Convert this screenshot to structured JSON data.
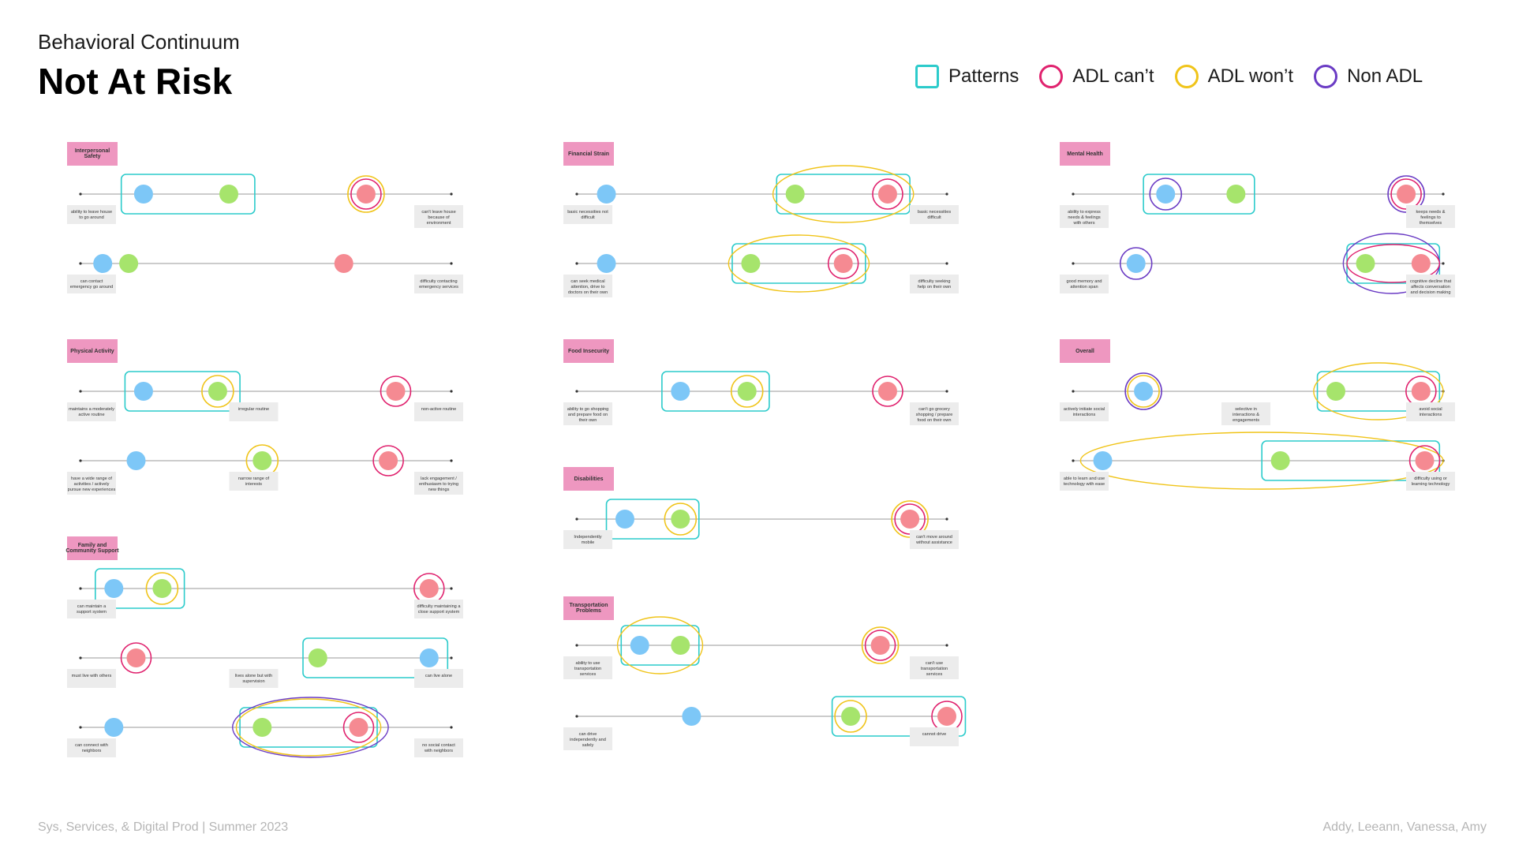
{
  "header": {
    "subtitle": "Behavioral Continuum",
    "title": "Not At Risk"
  },
  "legend": [
    {
      "label": "Patterns",
      "shape": "square",
      "color": "#2ccbcb"
    },
    {
      "label": "ADL can’t",
      "shape": "circle",
      "color": "#e0226e"
    },
    {
      "label": "ADL won’t",
      "shape": "circle",
      "color": "#f0c419"
    },
    {
      "label": "Non ADL",
      "shape": "circle",
      "color": "#6a3bc4"
    }
  ],
  "footer": {
    "left": "Sys, Services, & Digital Prod | Summer 2023",
    "right": "Addy, Leeann, Vanessa, Amy"
  },
  "colors": {
    "blue": "#7dc7f7",
    "green": "#a6e46c",
    "red": "#f58a92",
    "pattern": "#2ccbcb",
    "cant": "#e0226e",
    "wont": "#f0c419",
    "nonadl": "#6a3bc4",
    "category": "#ee97c0",
    "note": "#ececec"
  },
  "categories": [
    {
      "name": [
        "Interpersonal",
        "Safety"
      ],
      "rows": [
        {
          "left": [
            "ability to leave house",
            "to go around"
          ],
          "right": [
            "can't leave house",
            "because of",
            "environment"
          ],
          "blue": 0.17,
          "green": 0.4,
          "red": 0.77,
          "pattern": [
            0.11,
            0.47
          ],
          "cant": [
            "red"
          ],
          "wont": [
            "red"
          ],
          "nonadl": [],
          "wontOval": null,
          "nonOval": null
        },
        {
          "left": [
            "can contact",
            "emergency go around"
          ],
          "right": [
            "difficulty contacting",
            "emergency services"
          ],
          "blue": 0.06,
          "green": 0.13,
          "red": 0.71,
          "pattern": null,
          "cant": [],
          "wont": [],
          "nonadl": [],
          "wontOval": null,
          "nonOval": null
        }
      ]
    },
    {
      "name": [
        "Physical Activity"
      ],
      "rows": [
        {
          "left": [
            "maintains a moderately",
            "active routine"
          ],
          "mid": [
            "irregular routine"
          ],
          "right": [
            "non-active routine"
          ],
          "blue": 0.17,
          "green": 0.37,
          "red": 0.85,
          "pattern": [
            0.12,
            0.43
          ],
          "cant": [
            "red"
          ],
          "wont": [
            "green"
          ],
          "nonadl": [],
          "wontOval": null,
          "nonOval": null
        },
        {
          "left": [
            "have a wide range of",
            "activities / actively",
            "pursue new experiences"
          ],
          "mid": [
            "narrow range of",
            "interests"
          ],
          "right": [
            "lack engagement /",
            "enthusiasm to trying",
            "new things"
          ],
          "blue": 0.15,
          "green": 0.49,
          "red": 0.83,
          "pattern": null,
          "cant": [
            "red"
          ],
          "wont": [
            "green"
          ],
          "nonadl": [],
          "wontOval": null,
          "nonOval": null
        }
      ]
    },
    {
      "name": [
        "Family and",
        "Community Support"
      ],
      "rows": [
        {
          "left": [
            "can maintain a",
            "support system"
          ],
          "right": [
            "difficulty maintaining a",
            "close support system"
          ],
          "blue": 0.09,
          "green": 0.22,
          "red": 0.94,
          "pattern": [
            0.04,
            0.28
          ],
          "cant": [
            "red"
          ],
          "wont": [
            "green"
          ],
          "nonadl": [],
          "wontOval": null,
          "nonOval": null
        },
        {
          "left": [
            "must live with others"
          ],
          "mid": [
            "lives alone but with",
            "supervision"
          ],
          "right": [
            "can live alone"
          ],
          "blue": 0.94,
          "green": 0.64,
          "red": 0.15,
          "pattern": [
            0.6,
            0.99
          ],
          "cant": [
            "red"
          ],
          "wont": [],
          "nonadl": [],
          "wontOval": null,
          "nonOval": null
        },
        {
          "left": [
            "can connect with",
            "neighbors"
          ],
          "right": [
            "no social contact",
            "with neighbors"
          ],
          "blue": 0.09,
          "green": 0.49,
          "red": 0.75,
          "pattern": [
            0.43,
            0.8
          ],
          "cant": [
            "red"
          ],
          "wont": [],
          "nonadl": [],
          "wontOval": [
            0.42,
            0.81
          ],
          "nonOval": [
            0.41,
            0.83
          ]
        }
      ]
    },
    {
      "name": [
        "Financial Strain"
      ],
      "rows": [
        {
          "left": [
            "basic necessities not",
            "difficult"
          ],
          "right": [
            "basic necessities",
            "difficult"
          ],
          "blue": 0.08,
          "green": 0.59,
          "red": 0.84,
          "pattern": [
            0.54,
            0.9
          ],
          "cant": [
            "red"
          ],
          "wont": [],
          "nonadl": [],
          "wontOval": [
            0.53,
            0.91
          ],
          "nonOval": null
        },
        {
          "left": [
            "can seek medical",
            "attention, drive to",
            "doctors on their own"
          ],
          "right": [
            "difficulty seeking",
            "help on their own"
          ],
          "blue": 0.08,
          "green": 0.47,
          "red": 0.72,
          "pattern": [
            0.42,
            0.78
          ],
          "cant": [
            "red"
          ],
          "wont": [],
          "nonadl": [],
          "wontOval": [
            0.41,
            0.79
          ],
          "nonOval": null
        }
      ]
    },
    {
      "name": [
        "Food Insecurity"
      ],
      "rows": [
        {
          "left": [
            "ability to go shopping",
            "and prepare food on",
            "their own"
          ],
          "right": [
            "can't go grocery",
            "shopping / prepare",
            "food on their own"
          ],
          "blue": 0.28,
          "green": 0.46,
          "red": 0.84,
          "pattern": [
            0.23,
            0.52
          ],
          "cant": [
            "red"
          ],
          "wont": [
            "green"
          ],
          "nonadl": [],
          "wontOval": null,
          "nonOval": null
        }
      ]
    },
    {
      "name": [
        "Disabilities"
      ],
      "rows": [
        {
          "left": [
            "Independently",
            "mobile"
          ],
          "right": [
            "can't move around",
            "without assistance"
          ],
          "blue": 0.13,
          "green": 0.28,
          "red": 0.9,
          "pattern": [
            0.08,
            0.33
          ],
          "cant": [
            "red"
          ],
          "wont": [
            "green",
            "red"
          ],
          "nonadl": [],
          "wontOval": null,
          "nonOval": null
        }
      ]
    },
    {
      "name": [
        "Transportation",
        "Problems"
      ],
      "rows": [
        {
          "left": [
            "ability to use",
            "transportation",
            "services"
          ],
          "right": [
            "can't use",
            "transportation",
            "services"
          ],
          "blue": 0.17,
          "green": 0.28,
          "red": 0.82,
          "pattern": [
            0.12,
            0.33
          ],
          "cant": [
            "red"
          ],
          "wont": [
            "red"
          ],
          "nonadl": [],
          "wontOval": [
            0.11,
            0.34
          ],
          "nonOval": null
        },
        {
          "left": [
            "can drive",
            "independently and",
            "safely"
          ],
          "right": [
            "cannot drive"
          ],
          "blue": 0.31,
          "green": 0.74,
          "red": 1.0,
          "pattern": [
            0.69,
            1.05
          ],
          "cant": [
            "red"
          ],
          "wont": [
            "green"
          ],
          "nonadl": [],
          "wontOval": null,
          "nonOval": null
        }
      ]
    },
    {
      "name": [
        "Mental Health"
      ],
      "rows": [
        {
          "left": [
            "ability to express",
            "needs & feelings",
            "with others"
          ],
          "right": [
            "keeps needs &",
            "feelings to",
            "themselves"
          ],
          "blue": 0.25,
          "green": 0.44,
          "red": 0.9,
          "pattern": [
            0.19,
            0.49
          ],
          "cant": [
            "red"
          ],
          "wont": [],
          "nonadl": [
            "blue",
            "red"
          ],
          "wontOval": null,
          "nonOval": null
        },
        {
          "left": [
            "good memory and",
            "attention span"
          ],
          "right": [
            "cognitive decline that",
            "affects conversation",
            "and decision making"
          ],
          "blue": 0.17,
          "green": 0.79,
          "red": 0.94,
          "pattern": [
            0.74,
            0.99
          ],
          "cant": [],
          "wont": [],
          "nonadl": [
            "blue"
          ],
          "wontOval": null,
          "nonOval": [
            0.73,
            0.99
          ],
          "cantOval": [
            0.74,
            0.99
          ]
        }
      ]
    },
    {
      "name": [
        "Overall"
      ],
      "rows": [
        {
          "left": [
            "actively initiate social",
            "interactions"
          ],
          "mid": [
            "selective in",
            "interactions &",
            "engagements"
          ],
          "right": [
            "avoid social",
            "interactions"
          ],
          "blue": 0.19,
          "green": 0.71,
          "red": 0.94,
          "pattern": [
            0.66,
            0.99
          ],
          "cant": [
            "red"
          ],
          "wont": [
            "blue"
          ],
          "nonadl": [
            "blue"
          ],
          "wontOval": [
            0.65,
            1.0
          ],
          "nonOval": null
        },
        {
          "left": [
            "able to learn and use",
            "technology with ease"
          ],
          "right": [
            "difficulty using or",
            "learning technology"
          ],
          "blue": 0.08,
          "green": 0.56,
          "red": 0.95,
          "pattern": [
            0.51,
            0.99
          ],
          "cant": [
            "red"
          ],
          "wont": [],
          "nonadl": [],
          "wontOval": [
            0.02,
            1.0
          ],
          "nonOval": null
        }
      ]
    }
  ]
}
